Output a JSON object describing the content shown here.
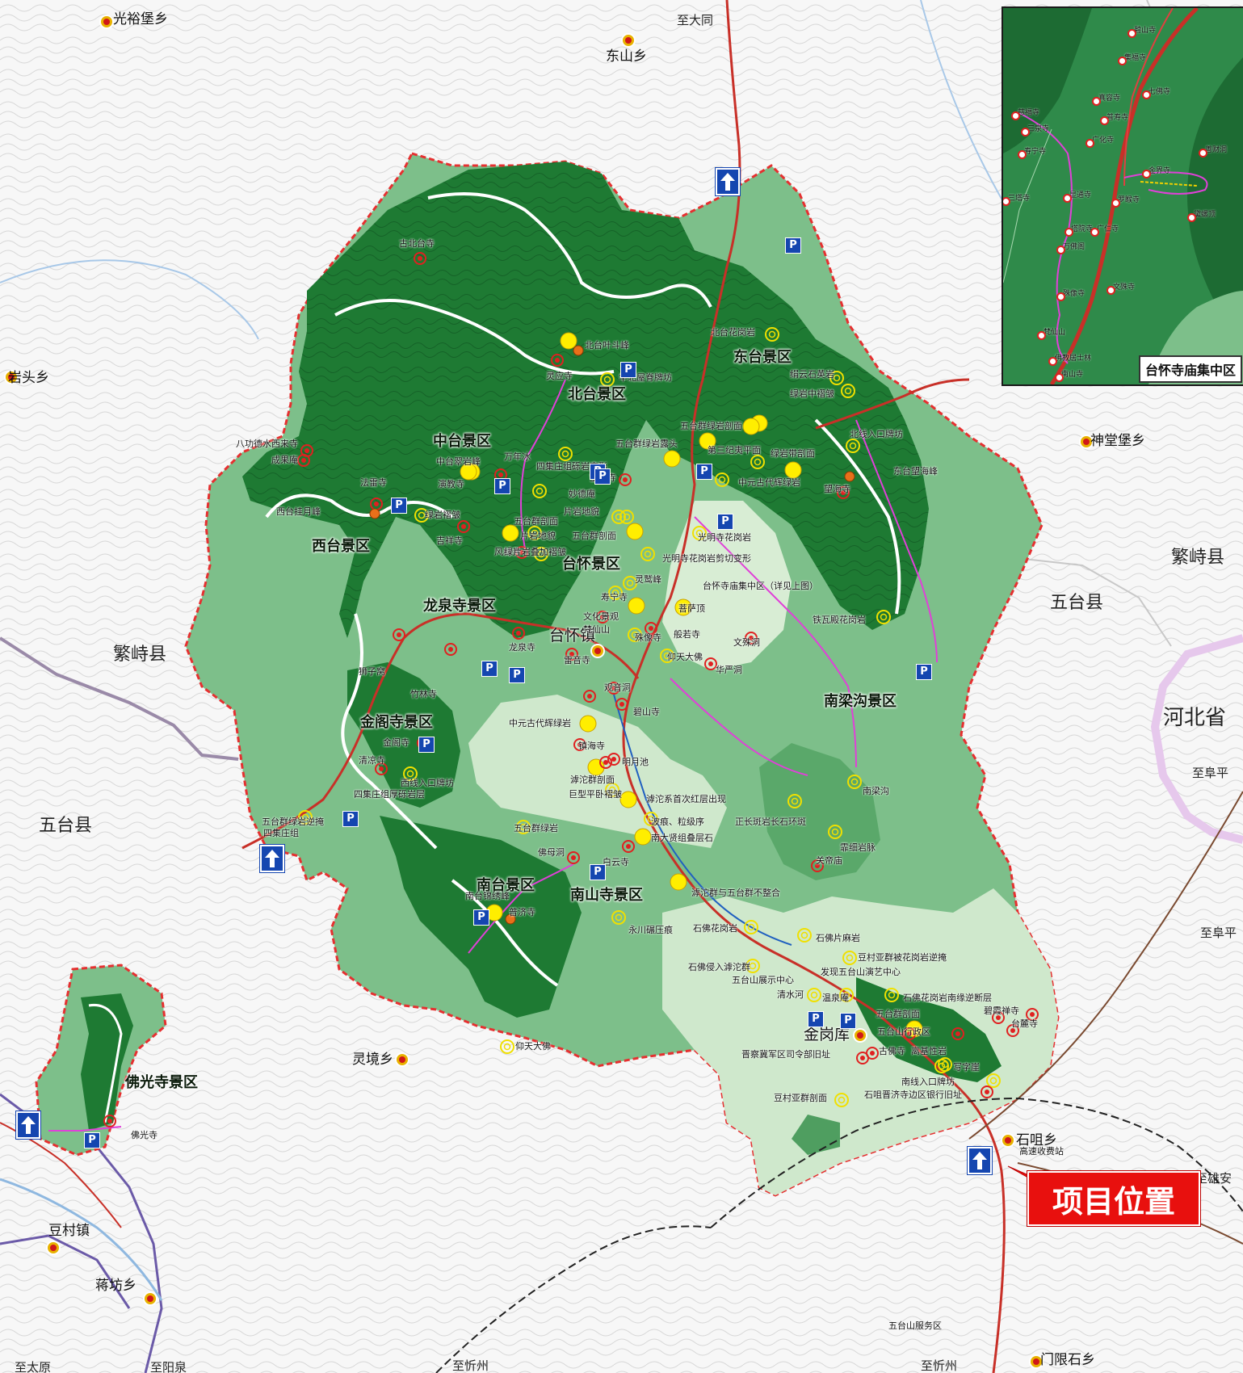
{
  "map": {
    "inset_title": "台怀寺庙集中区",
    "project_label": "项目位置",
    "towns": [
      "光裕堡乡",
      "东山乡",
      "岩头乡",
      "神堂堡乡",
      "灵境乡",
      "石咀乡",
      "豆村镇",
      "蒋坊乡",
      "门限石乡",
      "台怀镇",
      "金岗库"
    ],
    "counties": [
      "繁峙县",
      "五台县",
      "繁峙县",
      "五台县"
    ],
    "province": "河北省",
    "destinations": [
      "至大同",
      "至阜平",
      "至阜平",
      "至雄安",
      "至忻州",
      "至忻州",
      "至太原",
      "至阳泉"
    ],
    "scenic_areas": [
      "北台景区",
      "东台景区",
      "中台景区",
      "西台景区",
      "台怀景区",
      "龙泉寺景区",
      "南梁沟景区",
      "金阁寺景区",
      "南台景区",
      "南山寺景区",
      "佛光寺景区"
    ],
    "sites": [
      "古北台寺",
      "北台叶斗峰",
      "灵应寺",
      "华北屋脊牌坊",
      "北台花岗岩",
      "绢云石英岩",
      "绿岩中褶皱",
      "五台群绿岩剖面",
      "北线入口牌坊",
      "东台望海峰",
      "望海寺",
      "第三纪夷平面",
      "中元古代辉绿岩",
      "绿岩带剖面",
      "五台群绿岩露头",
      "八功德水西来寺",
      "成果庵",
      "中台翠岩峰",
      "演教寺",
      "万年冰",
      "四集庄组砾岩变形",
      "宝华寺",
      "妙德庵",
      "片岩地貌",
      "法雷寺",
      "西台挂月峰",
      "绿岩褶皱",
      "吉祥寺",
      "五台群剖面",
      "片岩地貌",
      "五台群剖面",
      "风林寺",
      "绿片岩叠加褶皱",
      "光明寺花岗岩",
      "光明寺花岗岩剪切变形",
      "灵鹫峰",
      "台怀寺庙集中区（详见上图）",
      "寿宁寺",
      "菩萨顶",
      "文化景观",
      "梵仙山",
      "殊像寺",
      "般若寺",
      "铁瓦殿花岗岩",
      "文殊洞",
      "仰天大佛",
      "华严洞",
      "龙泉寺",
      "雷音寺",
      "狮子窝",
      "竹林寺",
      "观音洞",
      "中元古代辉绿岩",
      "碧山寺",
      "镇海寺",
      "明月池",
      "滹沱群剖面",
      "巨型平卧褶皱",
      "南梁沟",
      "金阁寺",
      "清凉寺",
      "西线入口牌坊",
      "四集庄组厚砾岩层",
      "滹沱系首次红层出现",
      "波痕、粒级序",
      "正长斑岩长石环斑",
      "南大贤组叠层石",
      "霏细岩脉",
      "关帝庙",
      "五台群绿岩",
      "五台群绿岩逆掩",
      "四集庄组",
      "佛母洞",
      "白云寺",
      "滹沱群与五台群不整合",
      "南台锦绣峰",
      "普济寺",
      "永川碾压痕",
      "石佛花岗岩",
      "石佛片麻岩",
      "豆村亚群被花岗岩逆掩",
      "发现五台山演艺中心",
      "石佛侵入滹沱群",
      "五台山展示中心",
      "清水河",
      "温泉庵",
      "石佛花岗岩南缘逆断层",
      "碧霞禅寺",
      "台麓寺",
      "五台群剖面",
      "五台山行政区",
      "晋察冀军区司令部旧址",
      "古佛寺",
      "离基性岩",
      "写字崖",
      "南线入口牌坊",
      "豆村亚群剖面",
      "石咀晋济寺边区银行旧址",
      "仰天大佛",
      "佛光寺",
      "高速收费站",
      "五台山服务区"
    ],
    "inset_sites": [
      "碧山寺",
      "集福寺",
      "七佛寺",
      "真容寺",
      "慈福寺",
      "三泉寺",
      "普寿寺",
      "寿宁寺",
      "广化寺",
      "善财洞",
      "金界寺",
      "三塔寺",
      "显通寺",
      "罗睺寺",
      "塔院寺",
      "广仁寺",
      "万佛阁",
      "黛螺顶",
      "文殊寺",
      "殊像寺",
      "梵仙山",
      "佛教居士林",
      "南山寺"
    ]
  }
}
